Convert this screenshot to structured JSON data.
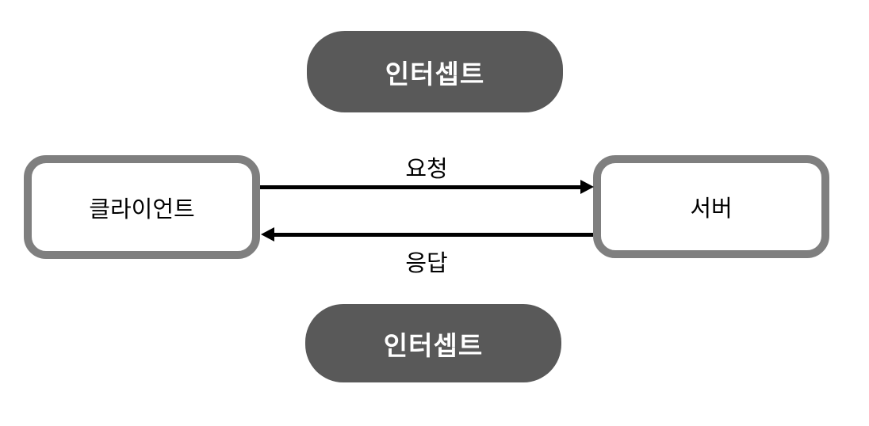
{
  "diagram": {
    "intercept_top": {
      "label": "인터셉트"
    },
    "intercept_bottom": {
      "label": "인터셉트"
    },
    "client_box": {
      "label": "클라이언트"
    },
    "server_box": {
      "label": "서버"
    },
    "request_arrow": {
      "label": "요청",
      "direction": "left-to-right",
      "from": "클라이언트",
      "to": "서버"
    },
    "response_arrow": {
      "label": "응답",
      "direction": "right-to-left",
      "from": "서버",
      "to": "클라이언트"
    }
  },
  "colors": {
    "background": "#ffffff",
    "pill_fill": "#595959",
    "pill_text": "#ffffff",
    "box_border": "#7f7f7f",
    "box_fill": "#ffffff",
    "arrow": "#000000",
    "text": "#000000"
  }
}
